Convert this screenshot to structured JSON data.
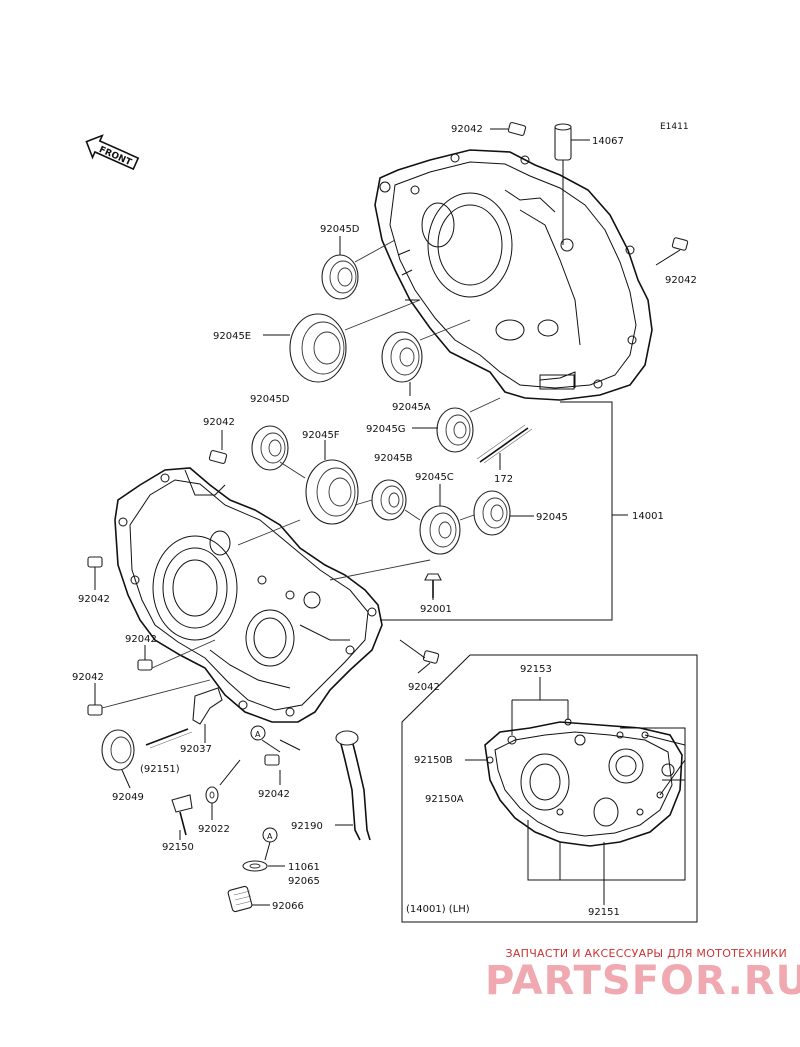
{
  "diagram_code": "E1411",
  "front_label": "FRONT",
  "callouts": {
    "p92042_a": "92042",
    "p14067": "14067",
    "p92042_b": "92042",
    "p92045D_a": "92045D",
    "p92045E": "92045E",
    "p92045D_b": "92045D",
    "p92045A": "92045A",
    "p92045G": "92045G",
    "p92045B": "92045B",
    "p172": "172",
    "p92042_c": "92042",
    "p92045F": "92045F",
    "p92045C": "92045C",
    "p92045": "92045",
    "p14001": "14001",
    "p92042_d": "92042",
    "p92001": "92001",
    "p92042_e": "92042",
    "p92042_f": "92042",
    "p92042_g": "92042",
    "p92037": "92037",
    "p92151_paren": "(92151)",
    "p92049": "92049",
    "p92042_h": "92042",
    "p92022": "92022",
    "p92150": "92150",
    "p92190": "92190",
    "p11061": "11061",
    "p92065": "92065",
    "p92066": "92066",
    "p92153": "92153",
    "p92150B": "92150B",
    "p92150A": "92150A",
    "p14001_lh": "(14001) (LH)",
    "p92151": "92151",
    "ref_a_1": "A",
    "ref_a_2": "A"
  },
  "watermark": {
    "tagline": "ЗАПЧАСТИ И АКСЕССУАРЫ ДЛЯ МОТОТЕХНИКИ",
    "logo": "PARTSFOR.RU"
  }
}
